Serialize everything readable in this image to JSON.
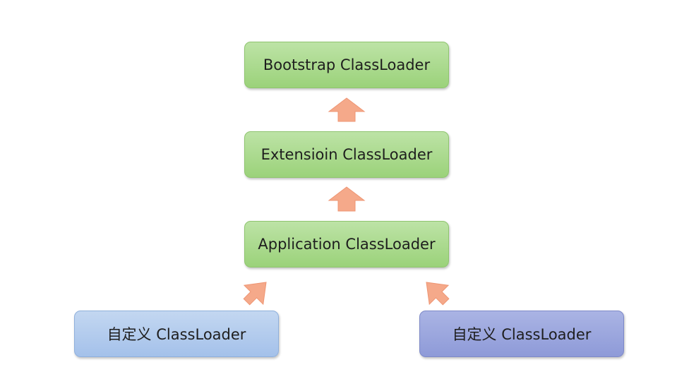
{
  "nodes": {
    "bootstrap": "Bootstrap ClassLoader",
    "extension": "Extensioin ClassLoader",
    "application": "Application ClassLoader",
    "custom_left": "自定义 ClassLoader",
    "custom_right": "自定义 ClassLoader"
  },
  "edges": [
    {
      "from": "extension",
      "to": "bootstrap"
    },
    {
      "from": "application",
      "to": "extension"
    },
    {
      "from": "custom_left",
      "to": "application"
    },
    {
      "from": "custom_right",
      "to": "application"
    }
  ],
  "colors": {
    "parent_nodes": "#a9d98b",
    "custom_left": "#b0c9ee",
    "custom_right": "#98a3dd",
    "arrow": "#f5a98a"
  }
}
